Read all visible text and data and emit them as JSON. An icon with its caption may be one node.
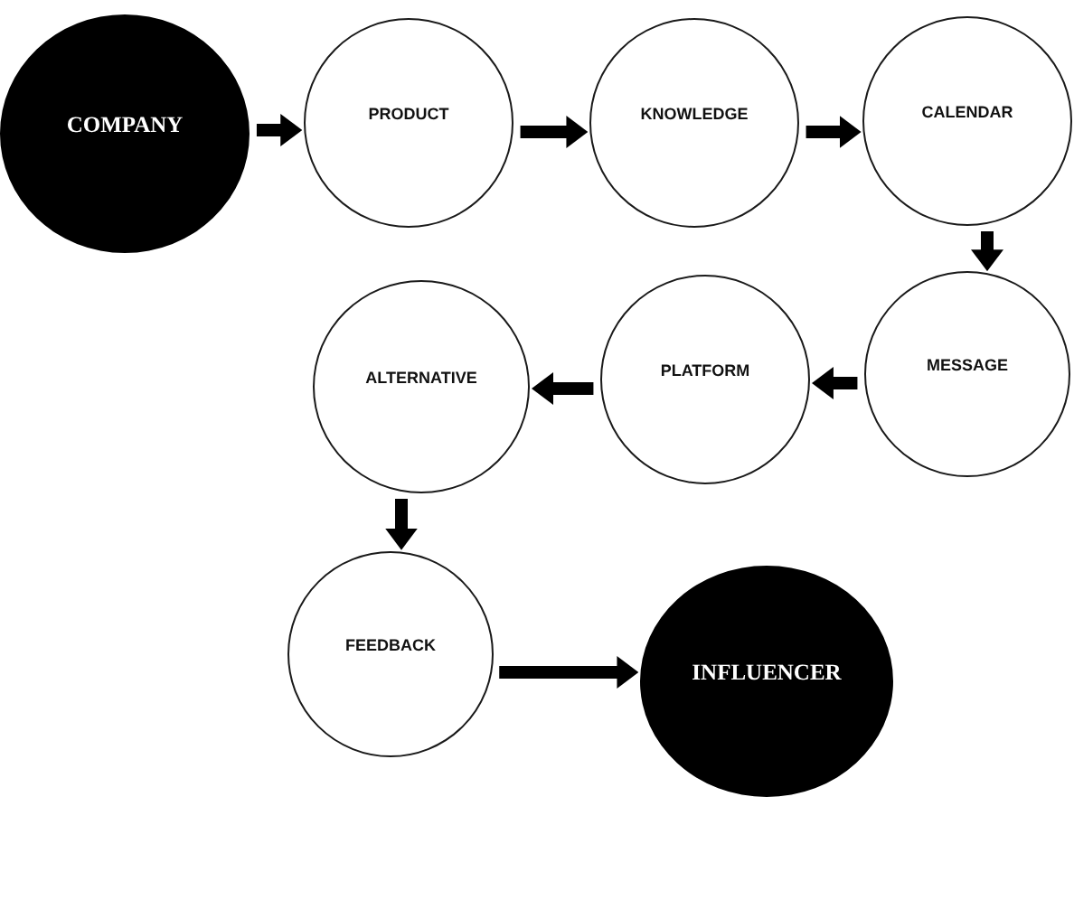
{
  "diagram": {
    "nodes": [
      {
        "text": [
          "COMPANY"
        ]
      },
      {
        "text": [
          "PRODUCT"
        ]
      },
      {
        "text": [
          "KNOWLEDGE"
        ]
      },
      {
        "text": [
          "CALENDAR"
        ]
      },
      {
        "text": [
          "MESSAGE"
        ]
      },
      {
        "text": [
          "PLATFORM"
        ]
      },
      {
        "text": [
          "ALTERNATIVE"
        ]
      },
      {
        "text": [
          "FEEDBACK"
        ]
      },
      {
        "text": [
          "INFLUENCER"
        ]
      }
    ],
    "edges": [
      {
        "from": 0,
        "to": 1,
        "arrow": "to"
      },
      {
        "from": 1,
        "to": 2,
        "arrow": "to"
      },
      {
        "from": 2,
        "to": 3,
        "arrow": "to"
      },
      {
        "from": 3,
        "to": 4,
        "arrow": "to"
      },
      {
        "from": 4,
        "to": 5,
        "arrow": "to"
      },
      {
        "from": 5,
        "to": 6,
        "arrow": "to"
      },
      {
        "from": 6,
        "to": 7,
        "arrow": "to"
      },
      {
        "from": 7,
        "to": 8,
        "arrow": "to"
      }
    ]
  }
}
